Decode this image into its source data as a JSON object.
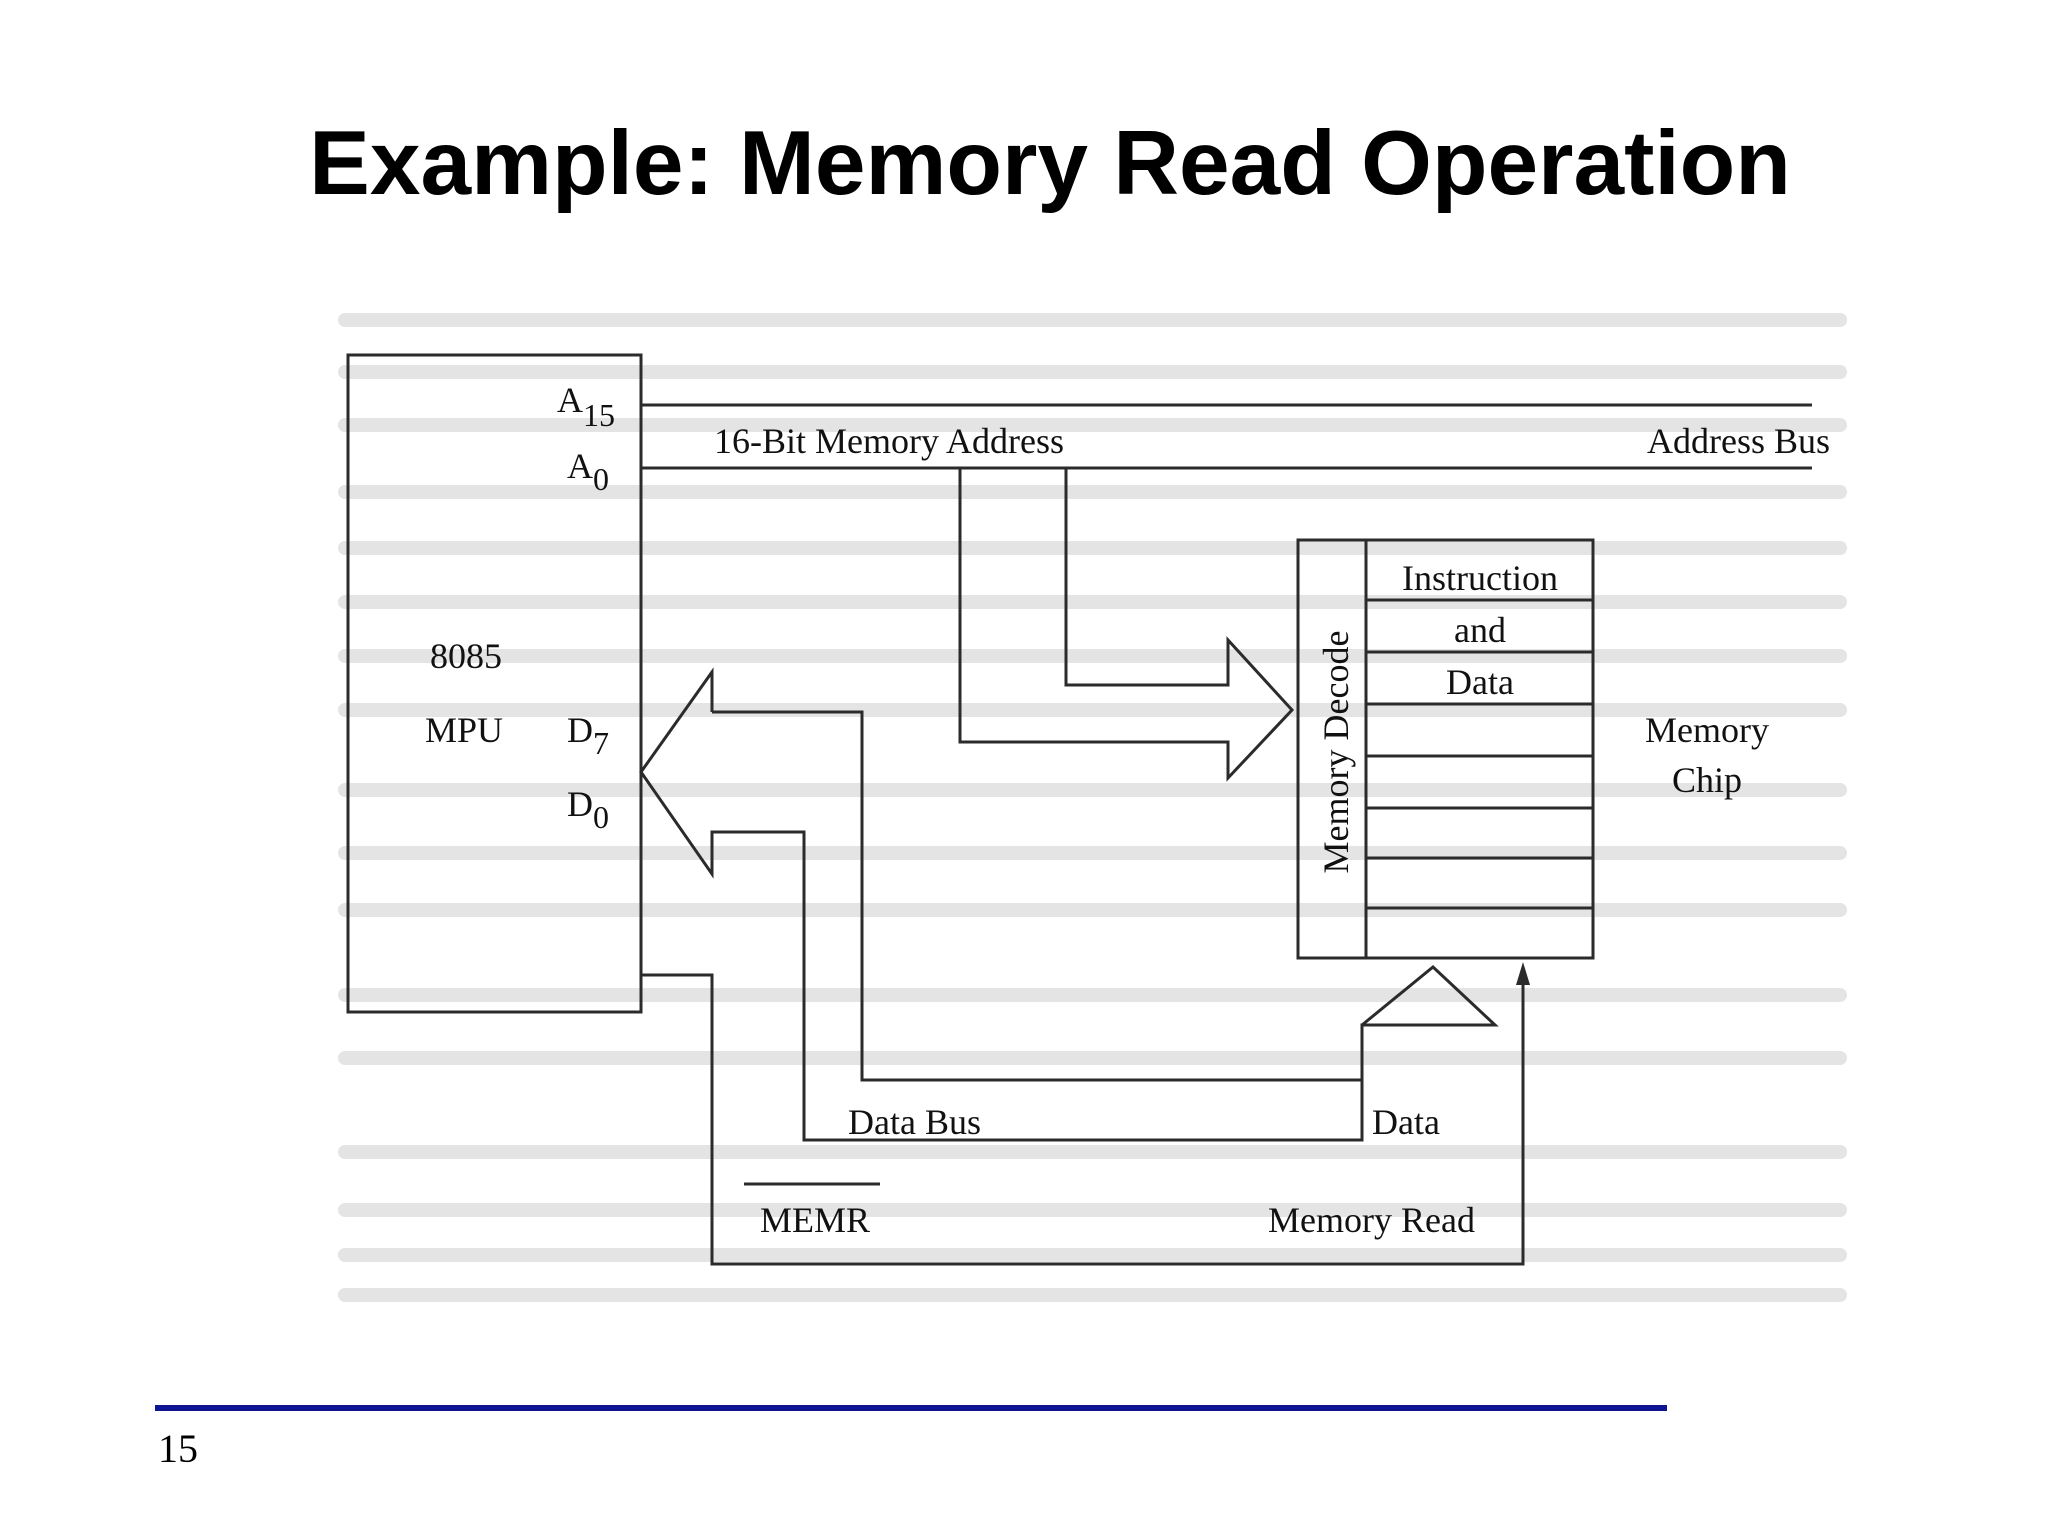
{
  "slide": {
    "title": "Example: Memory Read Operation",
    "page_number": "15"
  },
  "diagram": {
    "mpu": {
      "line1": "8085",
      "line2": "MPU"
    },
    "pins": {
      "a15": {
        "base": "A",
        "sub": "15"
      },
      "a0": {
        "base": "A",
        "sub": "0"
      },
      "d7": {
        "base": "D",
        "sub": "7"
      },
      "d0": {
        "base": "D",
        "sub": "0"
      }
    },
    "address_label": "16-Bit Memory Address",
    "address_bus_label": "Address Bus",
    "memory": {
      "instruction_line1": "Instruction",
      "instruction_line2": "and",
      "instruction_line3": "Data",
      "decode_label": "Memory Decode",
      "chip_line1": "Memory",
      "chip_line2": "Chip"
    },
    "data_bus_label": "Data Bus",
    "data_label": "Data",
    "memr_label": "MEMR",
    "memory_read_label": "Memory Read"
  },
  "colors": {
    "footer_line": "#0e1492"
  }
}
